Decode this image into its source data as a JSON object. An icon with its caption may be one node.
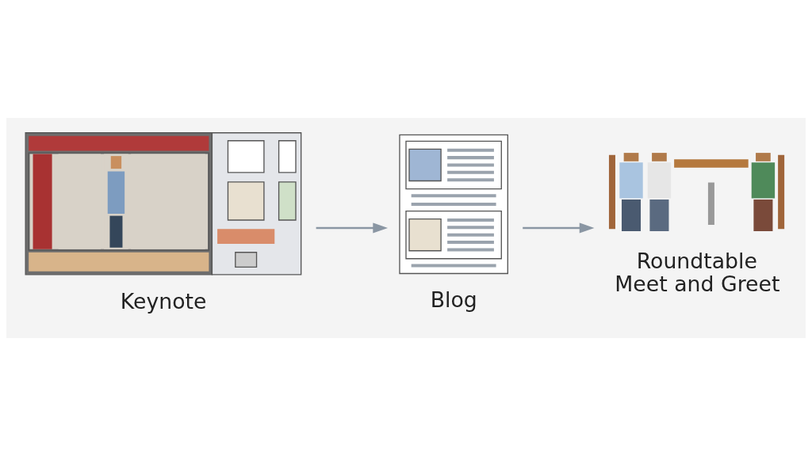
{
  "diagram": {
    "nodes": [
      {
        "text": [],
        "shape": "picture",
        "beside": [
          "Keynote"
        ]
      },
      {
        "text": [],
        "shape": "picture",
        "beside": [
          "Blog"
        ]
      },
      {
        "text": [],
        "shape": "picture",
        "beside": [
          "Roundtable Meet and Greet"
        ]
      }
    ],
    "edges": [
      {
        "from": 0,
        "to": 1,
        "arrow": "to",
        "color": "#8a96a3"
      },
      {
        "from": 1,
        "to": 2,
        "arrow": "to",
        "color": "#8a96a3"
      }
    ]
  }
}
